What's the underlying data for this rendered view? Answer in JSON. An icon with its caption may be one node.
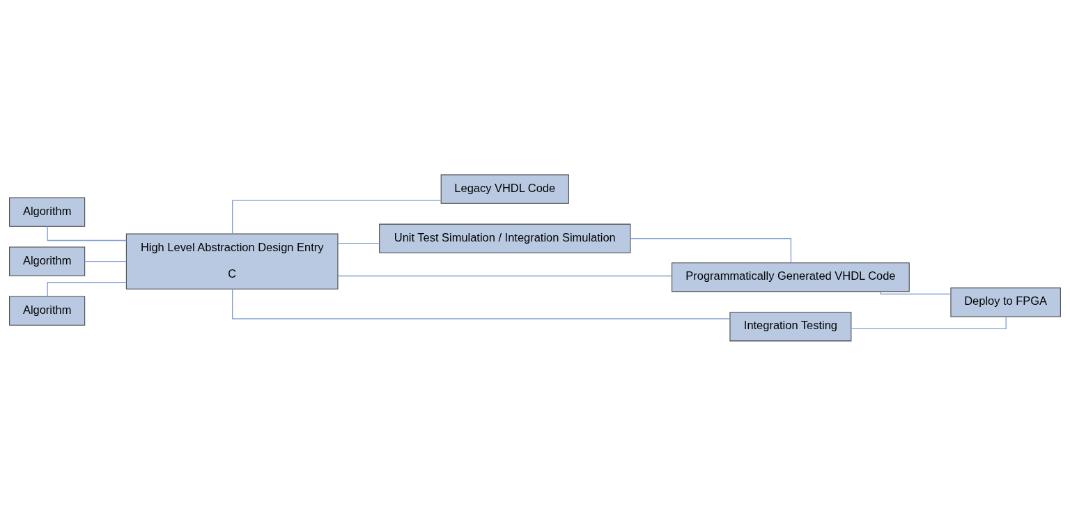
{
  "diagram": {
    "nodes": [
      {
        "text": [
          "Algorithm"
        ]
      },
      {
        "text": [
          "Algorithm"
        ]
      },
      {
        "text": [
          "Algorithm"
        ]
      },
      {
        "text": [
          "High Level Abstraction Design Entry",
          "C"
        ]
      },
      {
        "text": [
          "Legacy VHDL Code"
        ]
      },
      {
        "text": [
          "Unit Test Simulation / Integration Simulation"
        ]
      },
      {
        "text": [
          "Programmatically Generated VHDL Code"
        ]
      },
      {
        "text": [
          "Integration Testing"
        ]
      },
      {
        "text": [
          "Deploy to FPGA"
        ]
      }
    ],
    "edges": [
      {
        "from": 0,
        "to": 3,
        "arrow": "none"
      },
      {
        "from": 1,
        "to": 3,
        "arrow": "none"
      },
      {
        "from": 2,
        "to": 3,
        "arrow": "none"
      },
      {
        "from": 3,
        "to": 4,
        "arrow": "none"
      },
      {
        "from": 3,
        "to": 5,
        "arrow": "none"
      },
      {
        "from": 3,
        "to": 7,
        "arrow": "none"
      },
      {
        "from": 3,
        "to": 6,
        "arrow": "none"
      },
      {
        "from": 5,
        "to": 6,
        "arrow": "none"
      },
      {
        "from": 6,
        "to": 8,
        "arrow": "none"
      },
      {
        "from": 7,
        "to": 8,
        "arrow": "none"
      }
    ]
  }
}
